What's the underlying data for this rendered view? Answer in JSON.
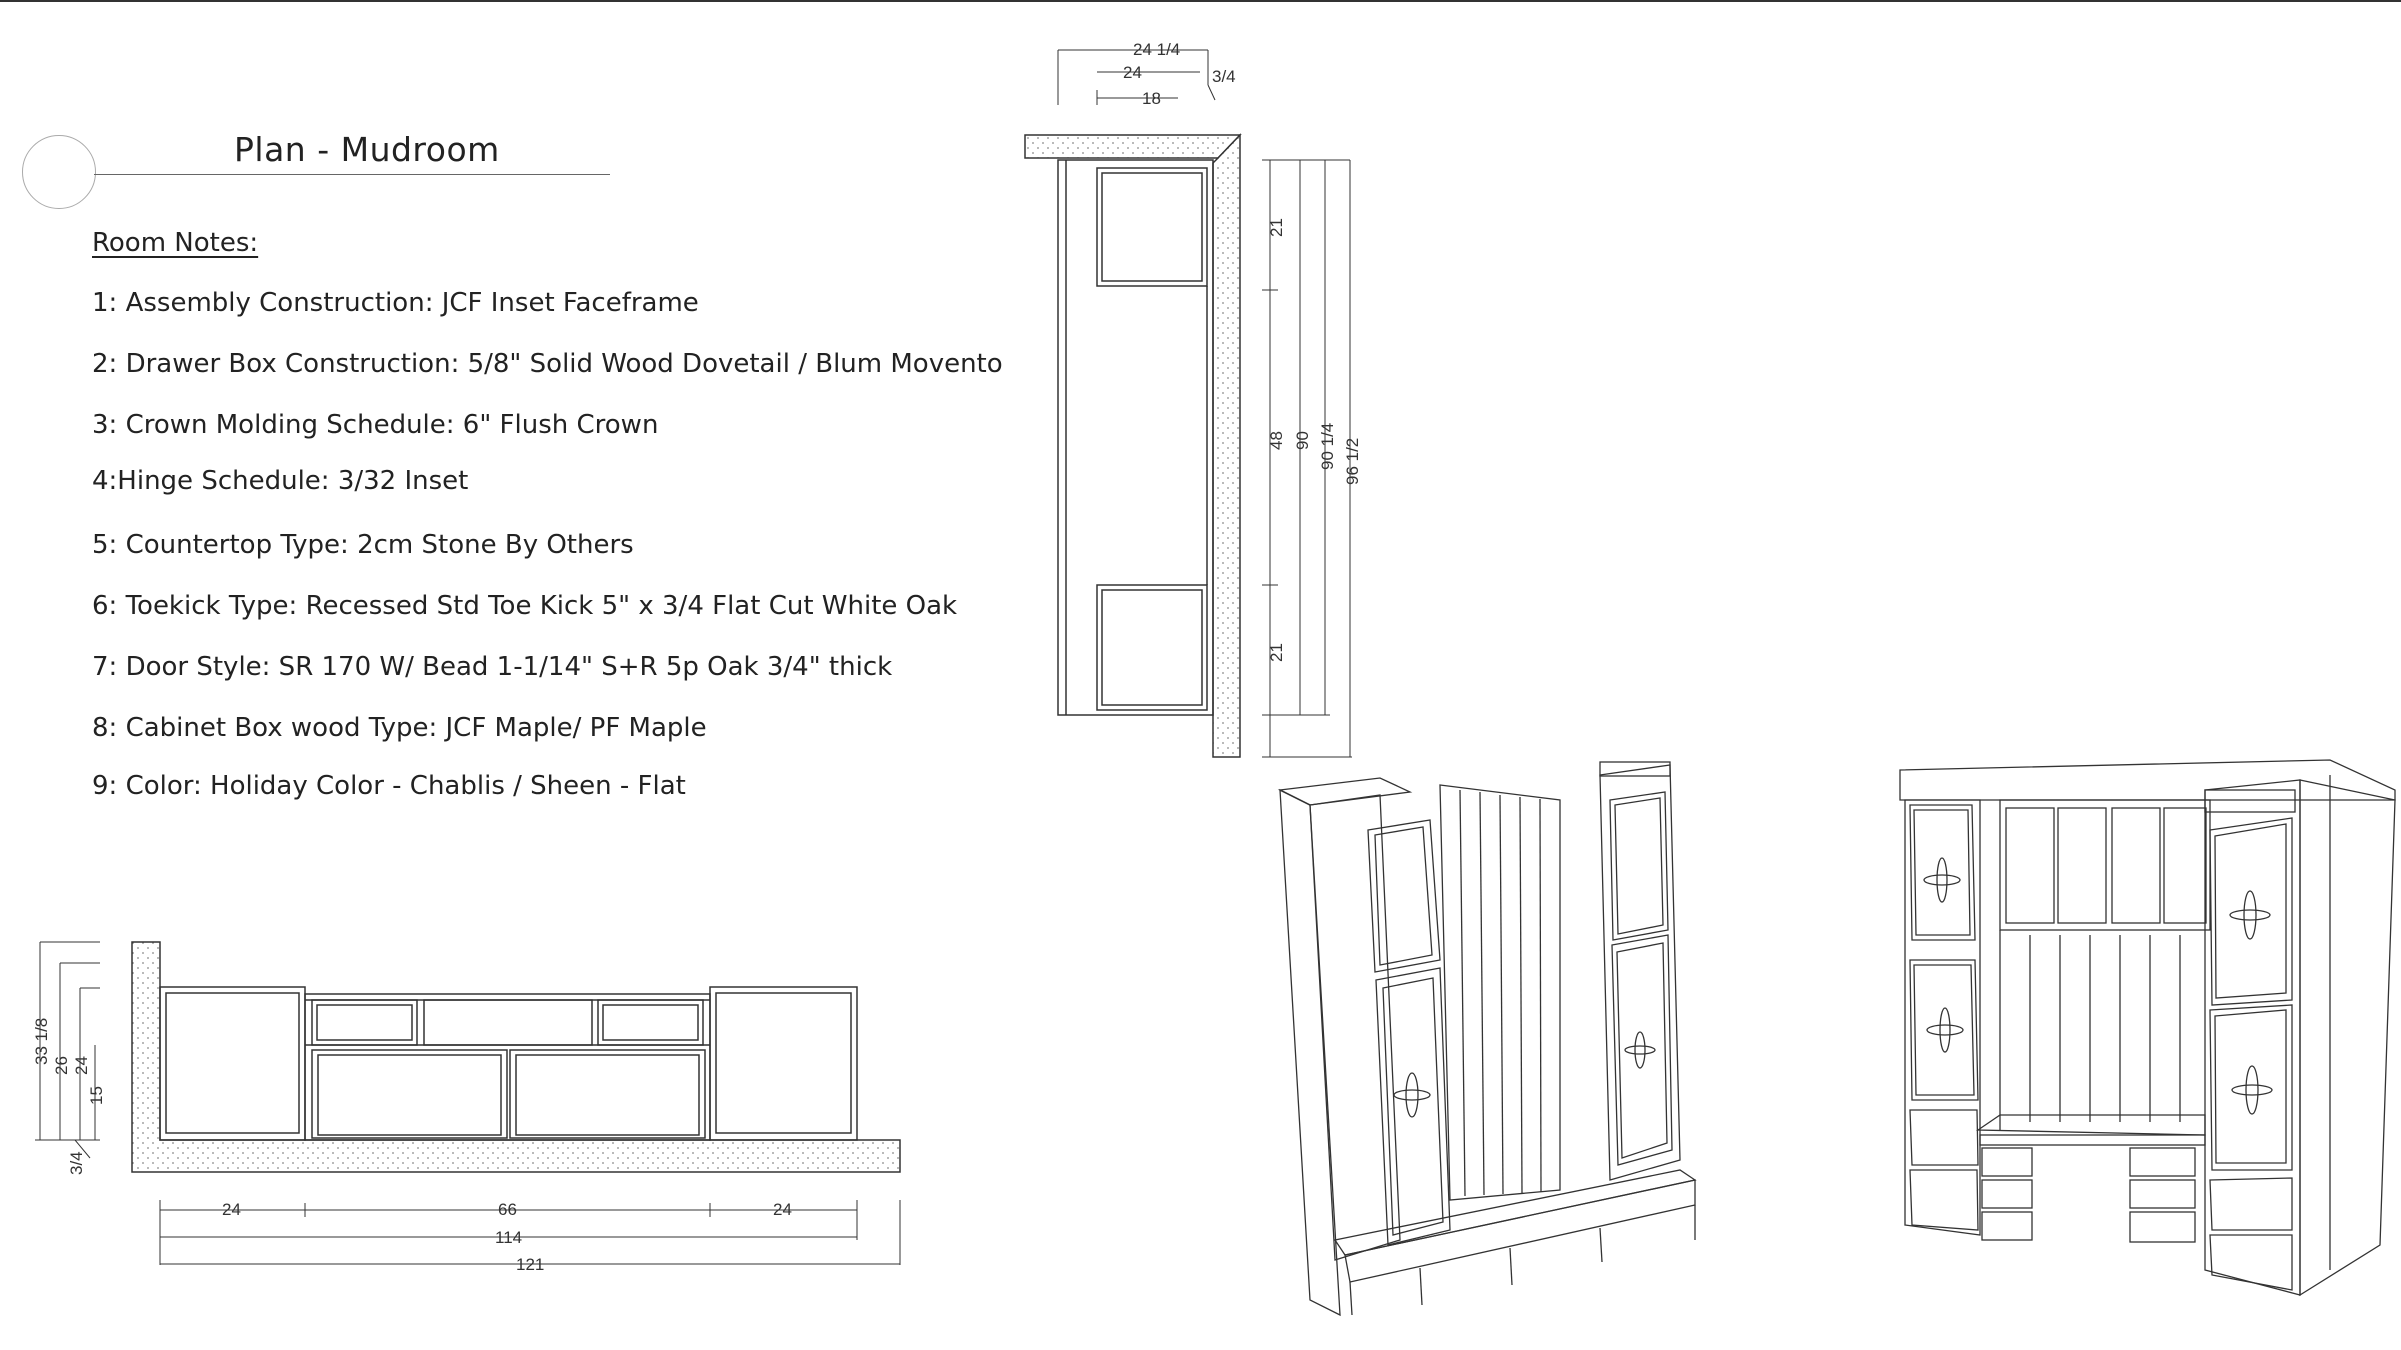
{
  "plan": {
    "title": "Plan - Mudroom",
    "notes_heading": "Room Notes:",
    "notes": [
      "1: Assembly Construction: JCF Inset Faceframe",
      "2: Drawer Box Construction: 5/8\" Solid Wood Dovetail / Blum Movento",
      "3: Crown Molding Schedule: 6\" Flush Crown",
      "4:Hinge Schedule: 3/32 Inset",
      "5: Countertop Type: 2cm Stone By Others",
      "6: Toekick Type: Recessed Std Toe Kick 5\" x 3/4 Flat Cut White Oak",
      "7: Door Style: SR 170 W/ Bead 1-1/14\" S+R 5p Oak 3/4\" thick",
      "8: Cabinet Box wood Type: JCF Maple/ PF Maple",
      "9: Color:  Holiday Color - Chablis / Sheen - Flat"
    ]
  },
  "side_section": {
    "top_dims": [
      "24 1/4",
      "24",
      "3/4",
      "18"
    ],
    "vertical_dims": [
      "21",
      "48",
      "90",
      "90 1/4",
      "96 1/2",
      "21"
    ]
  },
  "plan_view": {
    "left_dims": [
      "33 1/8",
      "26",
      "24",
      "15",
      "3/4"
    ],
    "bottom_dims": [
      "24",
      "66",
      "24",
      "114",
      "121"
    ]
  },
  "views": {
    "iso_left": "mudroom-perspective-bench",
    "iso_right": "mudroom-perspective-desk"
  }
}
